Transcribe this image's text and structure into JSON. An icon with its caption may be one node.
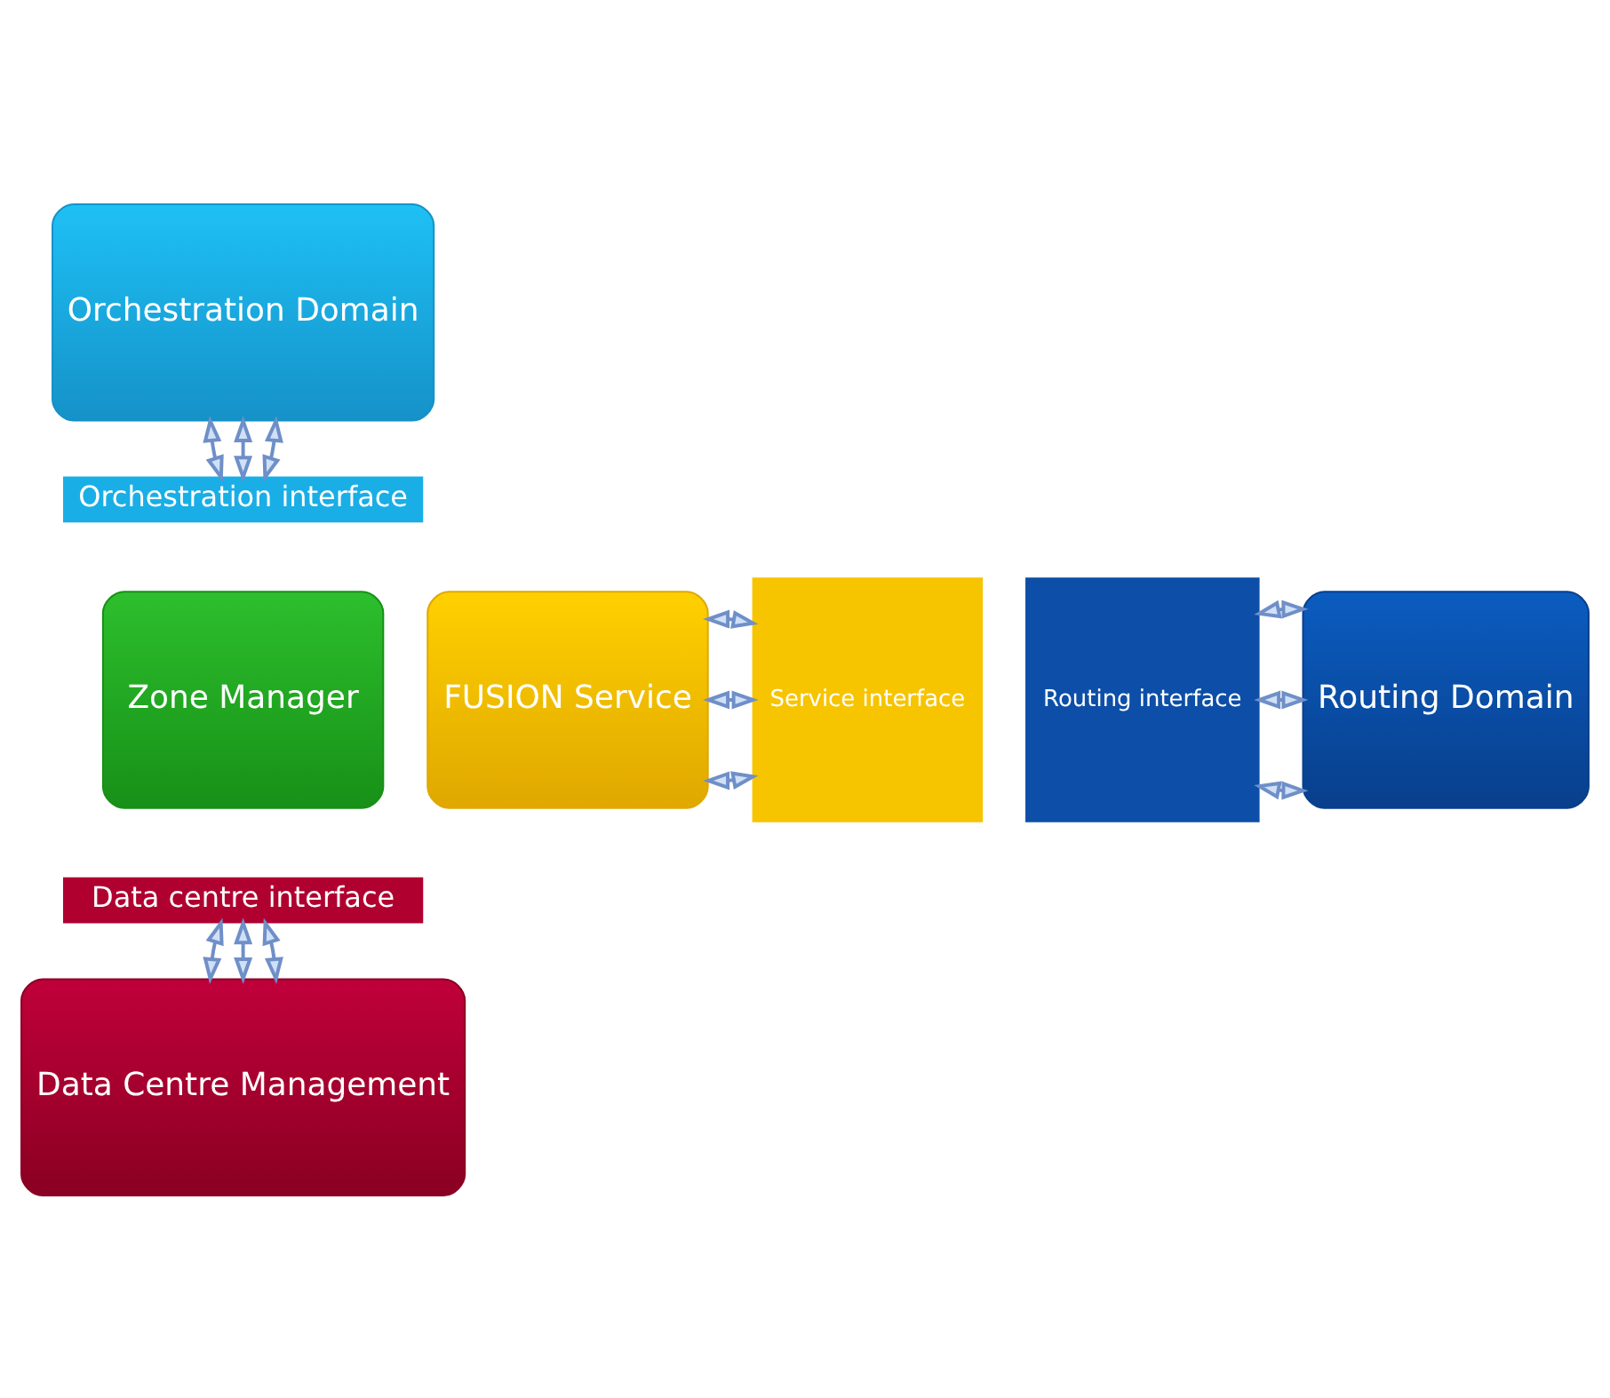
{
  "diagram": {
    "nodes": [
      {
        "text": [
          "Orchestration Domain"
        ]
      },
      {
        "text": [
          "Orchestration interface"
        ]
      },
      {
        "text": [
          "FUSION Service"
        ]
      },
      {
        "text": [
          "Service interface"
        ]
      },
      {
        "text": [
          "Zone Manager"
        ]
      },
      {
        "text": [
          "Routing interface"
        ]
      },
      {
        "text": [
          "Routing Domain"
        ]
      },
      {
        "text": [
          "Data centre interface"
        ]
      },
      {
        "text": [
          "Data Centre Management"
        ]
      }
    ],
    "edges": [
      {
        "from": 0,
        "to": 1,
        "arrow": "both"
      },
      {
        "from": 0,
        "to": 1,
        "arrow": "both"
      },
      {
        "from": 0,
        "to": 1,
        "arrow": "both"
      },
      {
        "from": 2,
        "to": 3,
        "arrow": "both"
      },
      {
        "from": 2,
        "to": 3,
        "arrow": "both"
      },
      {
        "from": 2,
        "to": 3,
        "arrow": "both"
      },
      {
        "from": 5,
        "to": 6,
        "arrow": "both"
      },
      {
        "from": 5,
        "to": 6,
        "arrow": "both"
      },
      {
        "from": 5,
        "to": 6,
        "arrow": "both"
      },
      {
        "from": 7,
        "to": 8,
        "arrow": "both"
      },
      {
        "from": 7,
        "to": 8,
        "arrow": "both"
      },
      {
        "from": 7,
        "to": 8,
        "arrow": "both"
      }
    ]
  }
}
